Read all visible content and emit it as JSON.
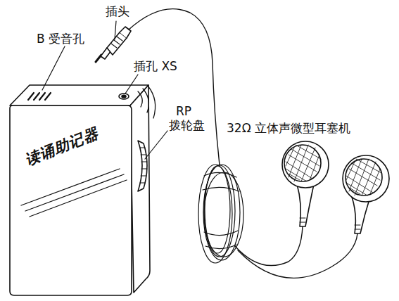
{
  "diagram": {
    "labels": [
      "插头",
      "B 受音孔",
      "插孔 XS",
      "RP",
      "拨轮盘",
      "32Ω 立体声微型耳塞机",
      "读诵助记器"
    ]
  }
}
